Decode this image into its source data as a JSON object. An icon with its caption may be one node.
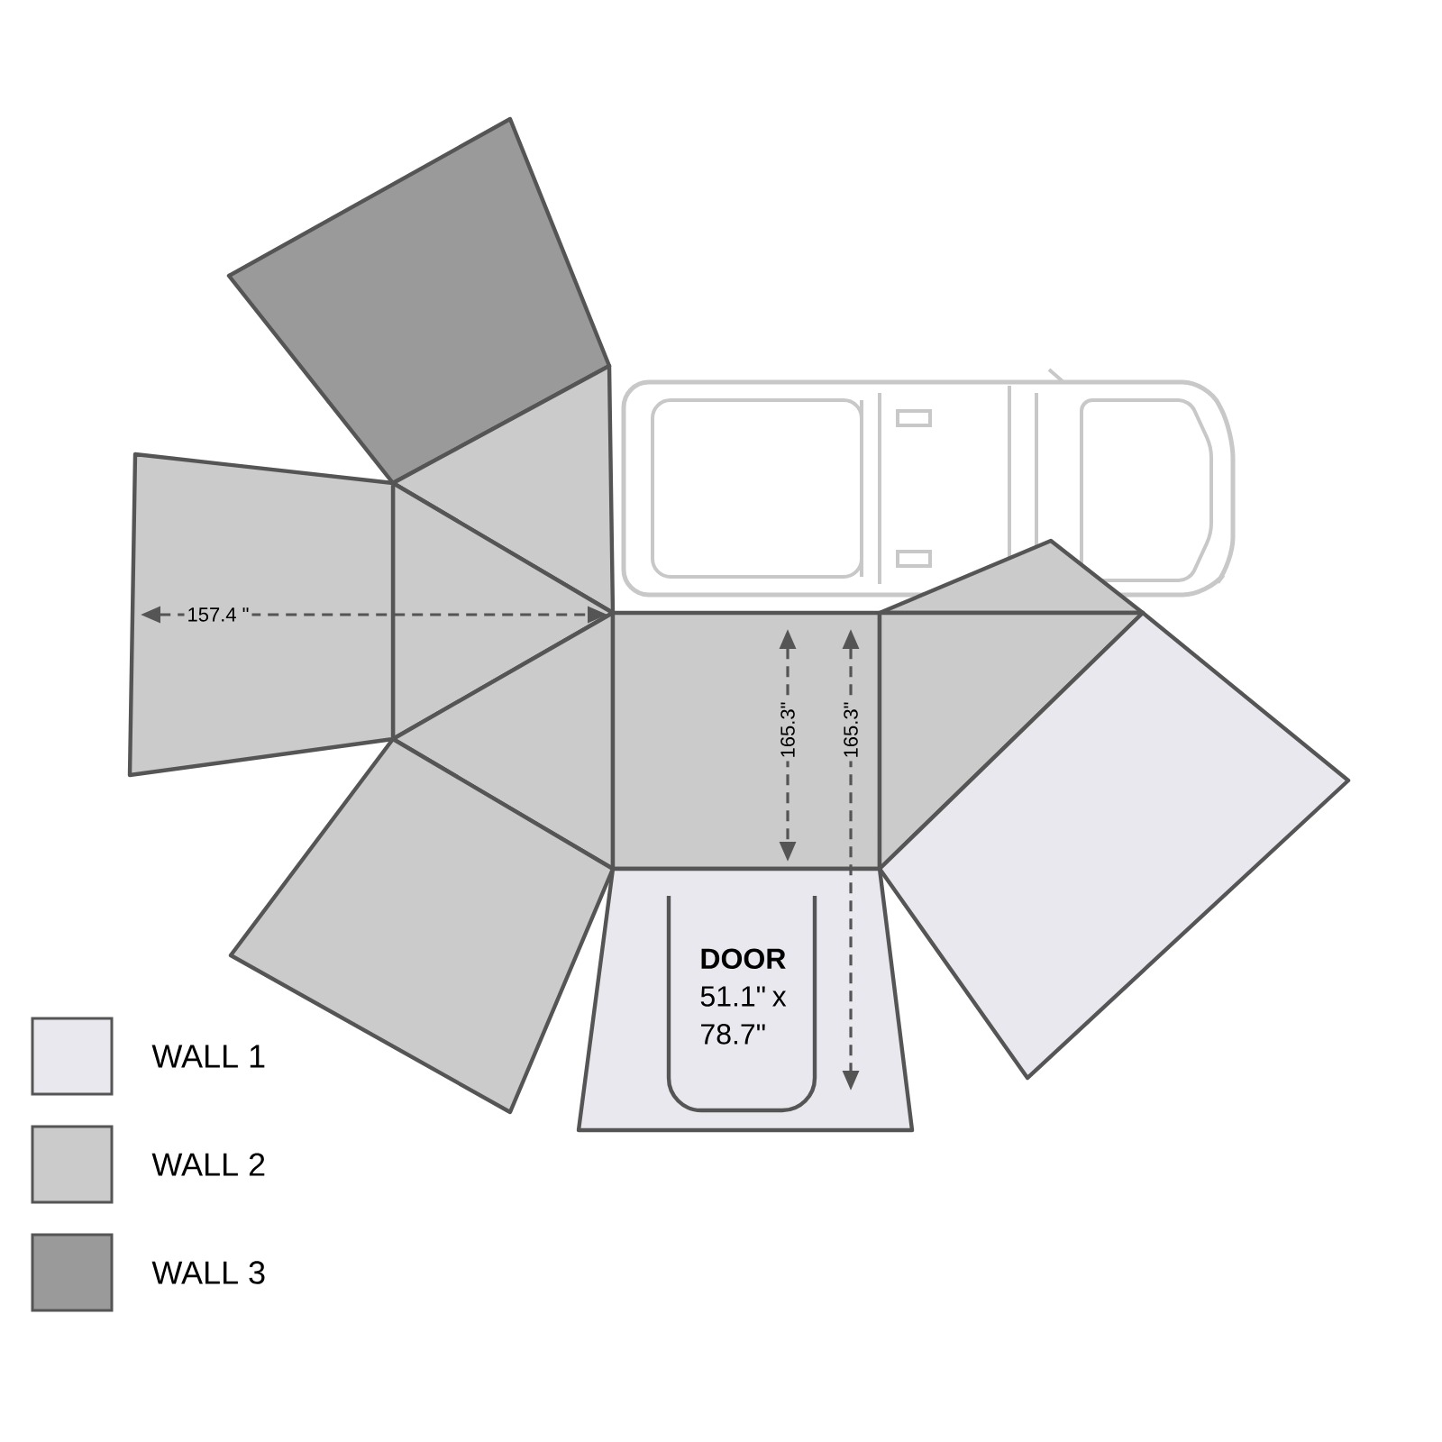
{
  "diagram": {
    "labels": [
      "157.4 \"",
      "165.3\"",
      "165.3\"",
      "DOOR",
      "51.1\" x 78.7\""
    ],
    "legend": [
      {
        "text": "WALL 1",
        "color": "#e8e8ee"
      },
      {
        "text": "WALL 2",
        "color": "#cbcbcb"
      },
      {
        "text": "WALL 3",
        "color": "#9a9a9a"
      }
    ]
  }
}
